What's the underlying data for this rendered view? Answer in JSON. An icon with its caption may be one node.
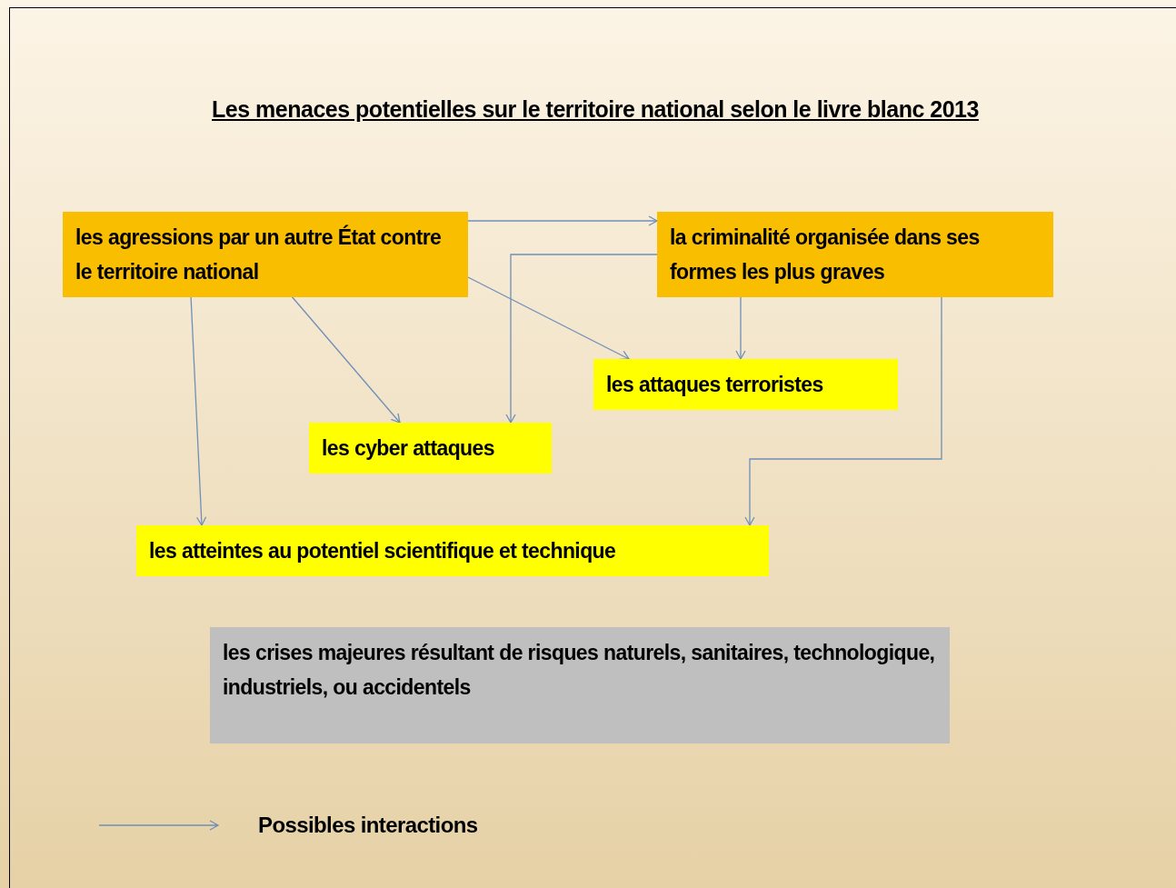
{
  "diagram": {
    "title": "Les menaces potentielles sur le territoire national selon le livre blanc 2013",
    "nodes": [
      {
        "text": [
          "les agressions par un autre État contre le territoire national"
        ]
      },
      {
        "text": [
          "la criminalité organisée dans ses formes les plus graves"
        ]
      },
      {
        "text": [
          "les attaques terroristes"
        ]
      },
      {
        "text": [
          "les cyber attaques"
        ]
      },
      {
        "text": [
          "les atteintes au potentiel scientifique et technique"
        ]
      },
      {
        "text": [
          "les crises majeures résultant de risques naturels, sanitaires, technologique, industriels, ou accidentels"
        ]
      }
    ],
    "edges": [
      {
        "from": 0,
        "to": 1,
        "arrow": "to"
      },
      {
        "from": 1,
        "to": 3,
        "arrow": "to"
      },
      {
        "from": 0,
        "to": 2,
        "arrow": "to"
      },
      {
        "from": 1,
        "to": 2,
        "arrow": "to"
      },
      {
        "from": 0,
        "to": 3,
        "arrow": "to"
      },
      {
        "from": 0,
        "to": 4,
        "arrow": "to"
      },
      {
        "from": 1,
        "to": 4,
        "arrow": "to"
      }
    ],
    "legend": [
      {
        "text": "Possibles interactions"
      }
    ]
  }
}
